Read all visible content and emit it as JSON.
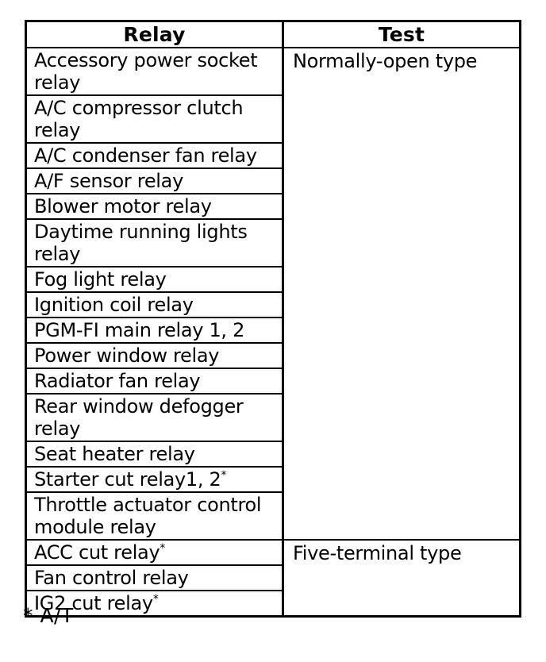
{
  "document": {
    "background": "#ffffff",
    "ink": "#000000"
  },
  "table": {
    "headers": {
      "relay": "Relay",
      "test": "Test"
    },
    "groups": [
      {
        "test_label": "Normally-open type",
        "rows": [
          {
            "label": "Accessory power socket\nrelay",
            "sup": ""
          },
          {
            "label": "A/C compressor clutch\nrelay",
            "sup": ""
          },
          {
            "label": "A/C condenser fan relay",
            "sup": ""
          },
          {
            "label": "A/F sensor relay",
            "sup": ""
          },
          {
            "label": "Blower motor relay",
            "sup": ""
          },
          {
            "label": "Daytime running lights\nrelay",
            "sup": ""
          },
          {
            "label": "Fog light relay",
            "sup": ""
          },
          {
            "label": "Ignition coil relay",
            "sup": ""
          },
          {
            "label": "PGM-FI main relay 1, 2",
            "sup": ""
          },
          {
            "label": "Power window relay",
            "sup": ""
          },
          {
            "label": "Radiator fan relay",
            "sup": ""
          },
          {
            "label": "Rear window defogger\nrelay",
            "sup": ""
          },
          {
            "label": "Seat heater relay",
            "sup": ""
          },
          {
            "label": "Starter cut relay1, 2",
            "sup": "*"
          },
          {
            "label": "Throttle actuator control\nmodule relay",
            "sup": ""
          }
        ]
      },
      {
        "test_label": "Five-terminal type",
        "rows": [
          {
            "label": "ACC cut relay",
            "sup": "*"
          },
          {
            "label": "Fan control relay",
            "sup": ""
          },
          {
            "label": "IG2 cut relay",
            "sup": "*"
          }
        ]
      }
    ]
  },
  "footnote": {
    "text": "* A/T"
  }
}
